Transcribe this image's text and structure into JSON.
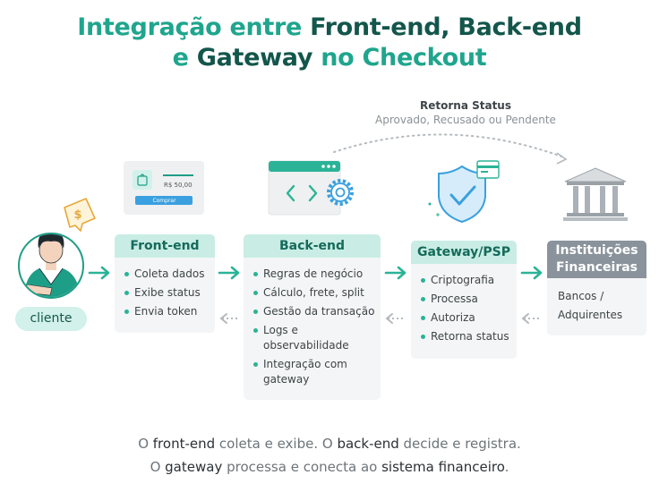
{
  "title": {
    "line1_part1": "Integração entre ",
    "line1_part2": "Front-end, Back-end",
    "line2_part1": "e ",
    "line2_part2": "Gateway",
    "line2_part3": " no Checkout"
  },
  "return_status": {
    "title": "Retorna Status",
    "subtitle": "Aprovado, Recusado ou Pendente"
  },
  "client": {
    "label": "cliente"
  },
  "frontend": {
    "heading": "Front-end",
    "items": [
      "Coleta dados",
      "Exibe status",
      "Envia token"
    ],
    "mock_price": "R$ 50,00",
    "mock_button": "Comprar"
  },
  "backend": {
    "heading": "Back-end",
    "items": [
      "Regras de negócio",
      "Cálculo, frete, split",
      "Gestão da transação",
      "Logs e observabilidade",
      "Integração com gateway"
    ]
  },
  "gateway": {
    "heading": "Gateway/PSP",
    "items": [
      "Criptografia",
      "Processa",
      "Autoriza",
      "Retorna status"
    ]
  },
  "institutions": {
    "heading": "Instituições Financeiras",
    "body": "Bancos / Adquirentes"
  },
  "footer": {
    "l1_a": "O ",
    "l1_b": "front-end",
    "l1_c": " coleta e exibe. O ",
    "l1_d": "back-end",
    "l1_e": " decide e registra.",
    "l2_a": "O ",
    "l2_b": "gateway",
    "l2_c": " processa e conecta ao ",
    "l2_d": "sistema financeiro",
    "l2_e": "."
  },
  "colors": {
    "teal": "#1fa58d",
    "dark_green": "#13564b",
    "header_mint": "#c9ede4",
    "institution_gray": "#8a939b",
    "shield_blue": "#3aa0df"
  }
}
